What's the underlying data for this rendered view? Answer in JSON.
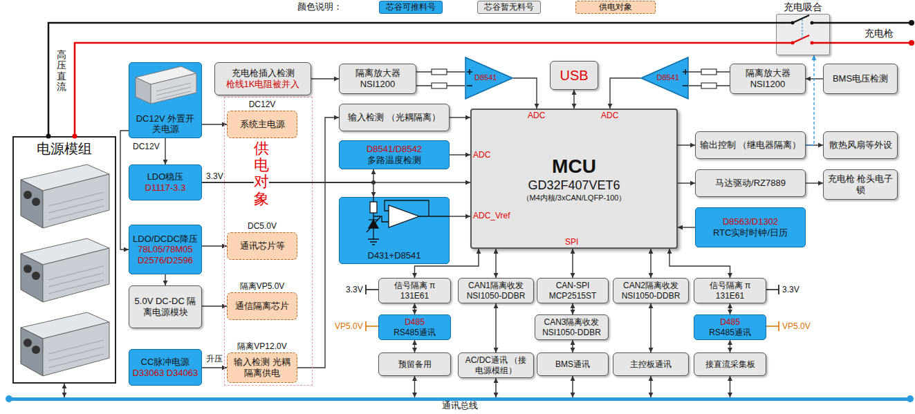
{
  "diagram": {
    "nodes": [
      {
        "text": [
          "电源模组"
        ]
      },
      {
        "text": [
          "DC12V 外置开关电源"
        ]
      },
      {
        "text": [
          "供电对象"
        ]
      },
      {
        "text": [
          "DC12V",
          "系统主电源"
        ],
        "in": 2
      },
      {
        "text": [
          "LDO稳压",
          "D1117-3.3"
        ]
      },
      {
        "text": [
          "LDO/DCDC降压",
          "78L05/78M05 D2576/D2596"
        ]
      },
      {
        "text": [
          "DC5.0V",
          "通讯芯片等"
        ],
        "in": 2
      },
      {
        "text": [
          "5.0V DC-DC 隔离电源模块"
        ]
      },
      {
        "text": [
          "隔离VP5.0V",
          "通信隔离芯片"
        ],
        "in": 2
      },
      {
        "text": [
          "CC脉冲电源",
          "D33063 D34063"
        ]
      },
      {
        "text": [
          "隔离VP12.0V",
          "输入检测 光耦隔离供电"
        ],
        "in": 2
      },
      {
        "text": [
          "充电枪插入检测",
          "枪线1K电阻被并入"
        ]
      },
      {
        "text": [
          "隔离放大器 NSI1200"
        ]
      },
      {
        "text": [
          "D8541"
        ]
      },
      {
        "text": [
          "USB"
        ]
      },
      {
        "text": [
          "D8541"
        ]
      },
      {
        "text": [
          "隔离放大器 NSI1200"
        ]
      },
      {
        "text": [
          "BMS电压检测"
        ]
      },
      {
        "text": [
          "输入检测 （光耦隔离）"
        ]
      },
      {
        "text": [
          "D8541/D8542",
          "多路温度检测"
        ]
      },
      {
        "text": [
          "D431+D8541"
        ]
      },
      {
        "text": [
          "MCU",
          "GD32F407VET6",
          "（M4内核/3xCAN/LQFP-100）"
        ]
      },
      {
        "text": [
          "输出控制 （继电器隔离）"
        ]
      },
      {
        "text": [
          "散热风扇等外设"
        ]
      },
      {
        "text": [
          "马达驱动/RZ7889"
        ]
      },
      {
        "text": [
          "充电枪 枪头电子锁"
        ]
      },
      {
        "text": [
          "D8563/D1302",
          "RTC实时时钟/日历"
        ]
      },
      {
        "text": [
          "信号隔离 π 131E61"
        ]
      },
      {
        "text": [
          "CAN1隔离收发 NSI1050-DDBR"
        ]
      },
      {
        "text": [
          "CAN-SPI MCP2515ST"
        ]
      },
      {
        "text": [
          "CAN2隔离收发 NSI1050-DDBR"
        ]
      },
      {
        "text": [
          "信号隔离 π 131E61"
        ]
      },
      {
        "text": [
          "D485",
          "RS485通讯"
        ]
      },
      {
        "text": [
          "CAN3隔离收发 NSI1050-DDBR"
        ]
      },
      {
        "text": [
          "D485",
          "RS485通讯"
        ]
      },
      {
        "text": [
          "预留备用"
        ]
      },
      {
        "text": [
          "AC/DC通讯 （接电源模组）"
        ]
      },
      {
        "text": [
          "BMS通讯"
        ]
      },
      {
        "text": [
          "主控板通讯"
        ]
      },
      {
        "text": [
          "接直流采集板"
        ]
      },
      {
        "text": [
          "充电吸合"
        ]
      },
      {
        "text": [
          "通讯总线"
        ]
      }
    ],
    "edges": [
      {
        "from": 0,
        "to": 40,
        "arrow": "none"
      },
      {
        "from": 1,
        "to": 3,
        "arrow": "to"
      },
      {
        "from": 1,
        "to": 4,
        "label": "DC12V",
        "arrow": "to"
      },
      {
        "from": 1,
        "to": 5,
        "arrow": "to"
      },
      {
        "from": 4,
        "to": 21,
        "label": "3.3V",
        "arrow": "to"
      },
      {
        "from": 4,
        "to": 19,
        "arrow": "to"
      },
      {
        "from": 4,
        "to": 20,
        "arrow": "to"
      },
      {
        "from": 5,
        "to": 6,
        "arrow": "to"
      },
      {
        "from": 5,
        "to": 7,
        "arrow": "to"
      },
      {
        "from": 7,
        "to": 8,
        "arrow": "to"
      },
      {
        "from": 9,
        "to": 10,
        "label": "升压",
        "arrow": "to"
      },
      {
        "from": 10,
        "to": 18,
        "arrow": "to"
      },
      {
        "from": 11,
        "to": 12,
        "arrow": "to"
      },
      {
        "from": 12,
        "to": 13,
        "arrow": "none"
      },
      {
        "from": 13,
        "to": 21,
        "arrow": "to"
      },
      {
        "from": 14,
        "to": 21,
        "arrow": "both"
      },
      {
        "from": 16,
        "to": 15,
        "arrow": "none"
      },
      {
        "from": 15,
        "to": 21,
        "arrow": "to"
      },
      {
        "from": 17,
        "to": 16,
        "arrow": "to"
      },
      {
        "from": 18,
        "to": 21,
        "arrow": "to"
      },
      {
        "from": 19,
        "to": 21,
        "arrow": "to"
      },
      {
        "from": 20,
        "to": 21,
        "arrow": "to"
      },
      {
        "from": 21,
        "to": 22,
        "arrow": "to"
      },
      {
        "from": 22,
        "to": 23,
        "arrow": "to"
      },
      {
        "from": 22,
        "to": 40,
        "arrow": "to"
      },
      {
        "from": 21,
        "to": 24,
        "arrow": "to"
      },
      {
        "from": 24,
        "to": 25,
        "arrow": "to"
      },
      {
        "from": 26,
        "to": 21,
        "arrow": "to"
      },
      {
        "from": 21,
        "to": 27,
        "arrow": "both"
      },
      {
        "from": 21,
        "to": 28,
        "arrow": "both"
      },
      {
        "from": 21,
        "to": 29,
        "arrow": "both"
      },
      {
        "from": 21,
        "to": 30,
        "arrow": "both"
      },
      {
        "from": 21,
        "to": 31,
        "arrow": "both"
      },
      {
        "from": 27,
        "to": 32,
        "arrow": "both"
      },
      {
        "from": 28,
        "to": 36,
        "arrow": "both"
      },
      {
        "from": 29,
        "to": 33,
        "arrow": "both"
      },
      {
        "from": 30,
        "to": 38,
        "arrow": "both"
      },
      {
        "from": 31,
        "to": 34,
        "arrow": "both"
      },
      {
        "from": 32,
        "to": 35,
        "arrow": "both"
      },
      {
        "from": 33,
        "to": 37,
        "arrow": "both"
      },
      {
        "from": 34,
        "to": 39,
        "arrow": "both"
      },
      {
        "from": 35,
        "to": 41,
        "arrow": "both"
      },
      {
        "from": 36,
        "to": 41,
        "arrow": "both"
      },
      {
        "from": 37,
        "to": 41,
        "arrow": "both"
      },
      {
        "from": 38,
        "to": 41,
        "arrow": "both"
      },
      {
        "from": 39,
        "to": 41,
        "arrow": "both"
      },
      {
        "from": 0,
        "to": 41,
        "arrow": "both"
      }
    ],
    "labels": [
      "颜色说明：",
      "高压直流",
      "充电枪",
      "ADC",
      "ADC",
      "ADC",
      "ADC_Vref",
      "SPI",
      "3.3V",
      "3.3V",
      "VP5.0V",
      "VP5.0V"
    ],
    "legend": [
      {
        "text": "芯谷可推料号",
        "color": "#2aa8ee"
      },
      {
        "text": "芯谷暂无料号",
        "color": "#e6e6e6"
      },
      {
        "text": "供电对象",
        "color": "#fcd5b4"
      }
    ]
  }
}
